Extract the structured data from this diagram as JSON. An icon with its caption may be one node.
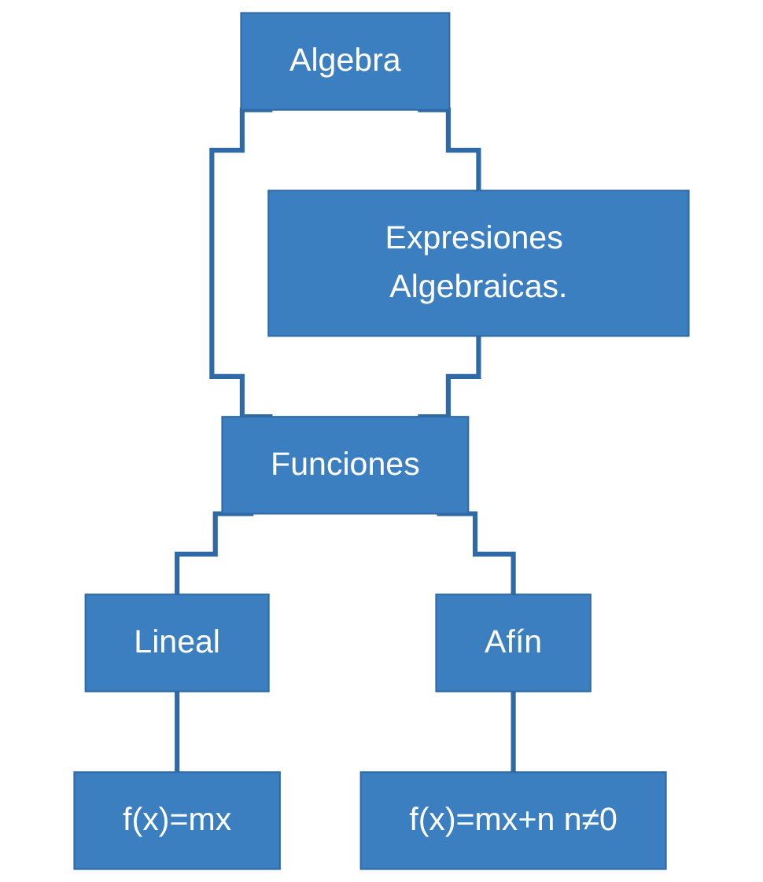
{
  "diagram": {
    "nodes": [
      {
        "text": [
          "Algebra"
        ]
      },
      {
        "text": [
          "Expresiones Algebraicas."
        ]
      },
      {
        "text": [
          "Funciones"
        ]
      },
      {
        "text": [
          "Lineal"
        ]
      },
      {
        "text": [
          "Afín"
        ]
      },
      {
        "text": [
          "f(x)=mx"
        ]
      },
      {
        "text": [
          "f(x)=mx+n n≠0"
        ]
      }
    ],
    "edges": [
      {
        "from": 0,
        "to": 1,
        "arrow": "none"
      },
      {
        "from": 0,
        "to": 2,
        "arrow": "none"
      },
      {
        "from": 1,
        "to": 2,
        "arrow": "none"
      },
      {
        "from": 2,
        "to": 3,
        "arrow": "none"
      },
      {
        "from": 2,
        "to": 4,
        "arrow": "none"
      },
      {
        "from": 3,
        "to": 5,
        "arrow": "none"
      },
      {
        "from": 4,
        "to": 6,
        "arrow": "none"
      }
    ]
  }
}
